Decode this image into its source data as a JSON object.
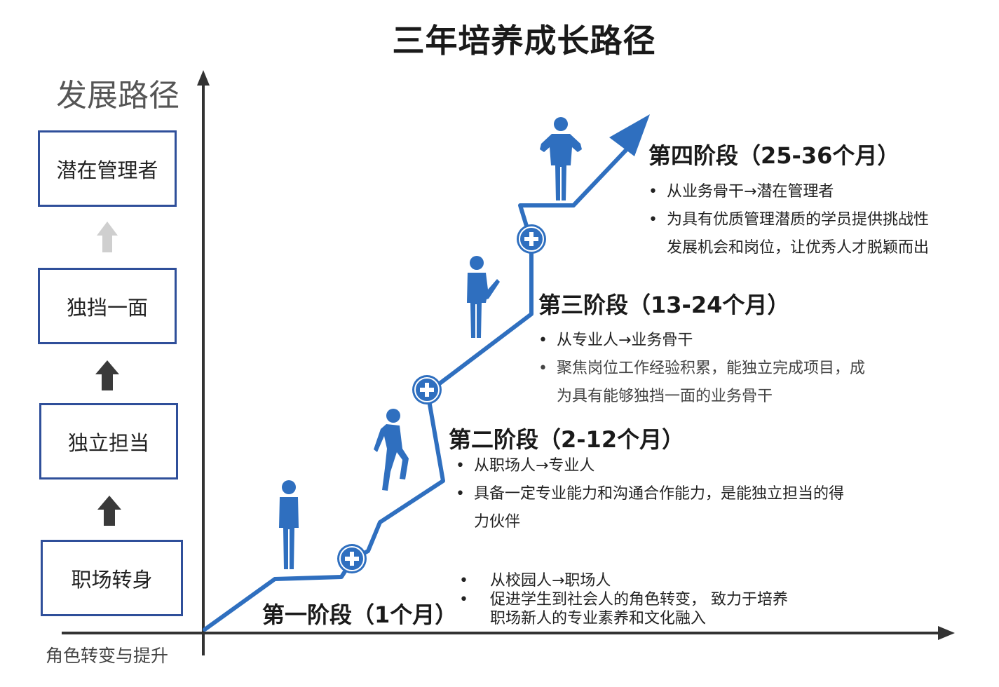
{
  "title": "三年培养成长路径",
  "y_axis_label": "发展路径",
  "x_axis_label": "角色转变与提升",
  "colors": {
    "accent": "#2f6fbf",
    "box_border": "#2f4f9a",
    "axis": "#333333",
    "arrow_dark": "#3a3a3a",
    "arrow_light": "#cfcfcf"
  },
  "roles": [
    "潜在管理者",
    "独挡一面",
    "独立担当",
    "职场转身"
  ],
  "stages": [
    {
      "title": "第一阶段（1个月）",
      "bullets": [
        "从校园人→职场人",
        "促进学生到社会人的角色转变， 致力于培养职场新人的专业素养和文化融入"
      ]
    },
    {
      "title": "第二阶段（2-12个月）",
      "bullets": [
        "从职场人→专业人",
        "具备一定专业能力和沟通合作能力，是能独立担当的得力伙伴"
      ]
    },
    {
      "title": "第三阶段（13-24个月）",
      "bullets": [
        "从专业人→业务骨干",
        "聚焦岗位工作经验积累，能独立完成项目，成为具有能够独挡一面的业务骨干"
      ]
    },
    {
      "title": "第四阶段（25-36个月）",
      "bullets": [
        "从业务骨干→潜在管理者",
        "为具有优质管理潜质的学员提供挑战性发展机会和岗位，让优秀人才脱颖而出"
      ]
    }
  ]
}
